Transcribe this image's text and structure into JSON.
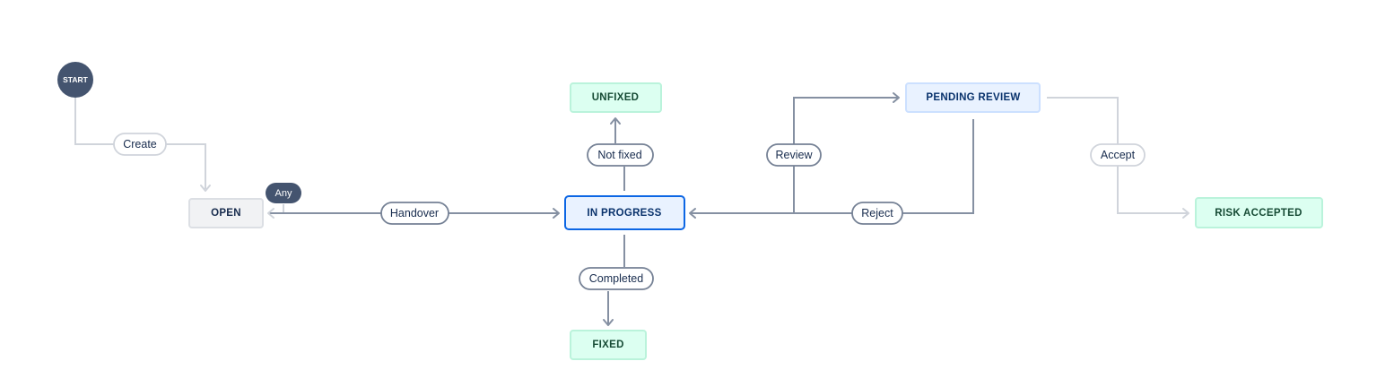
{
  "diagram": {
    "start_label": "START",
    "any_badge": "Any",
    "statuses": {
      "open": "OPEN",
      "in_progress": "IN PROGRESS",
      "unfixed": "UNFIXED",
      "fixed": "FIXED",
      "pending_review": "PENDING REVIEW",
      "risk_accepted": "RISK ACCEPTED"
    },
    "transitions": {
      "create": "Create",
      "handover": "Handover",
      "not_fixed": "Not fixed",
      "completed": "Completed",
      "review": "Review",
      "reject": "Reject",
      "accept": "Accept"
    },
    "colors": {
      "start_fill": "#44546f",
      "neutral_fill": "#f1f2f4",
      "neutral_stroke": "#dcdfe4",
      "neutral_text": "#172b4d",
      "in_progress_fill": "#e9f2ff",
      "in_progress_stroke": "#0c66e4",
      "blue_fill": "#e9f2ff",
      "blue_stroke": "#cce0ff",
      "blue_text": "#09326c",
      "green_fill": "#dcfff1",
      "green_stroke": "#baf3db",
      "green_text": "#164b35",
      "edge": "#8590a2",
      "edge_faint": "#d0d4db",
      "badge": "#44546f"
    }
  }
}
